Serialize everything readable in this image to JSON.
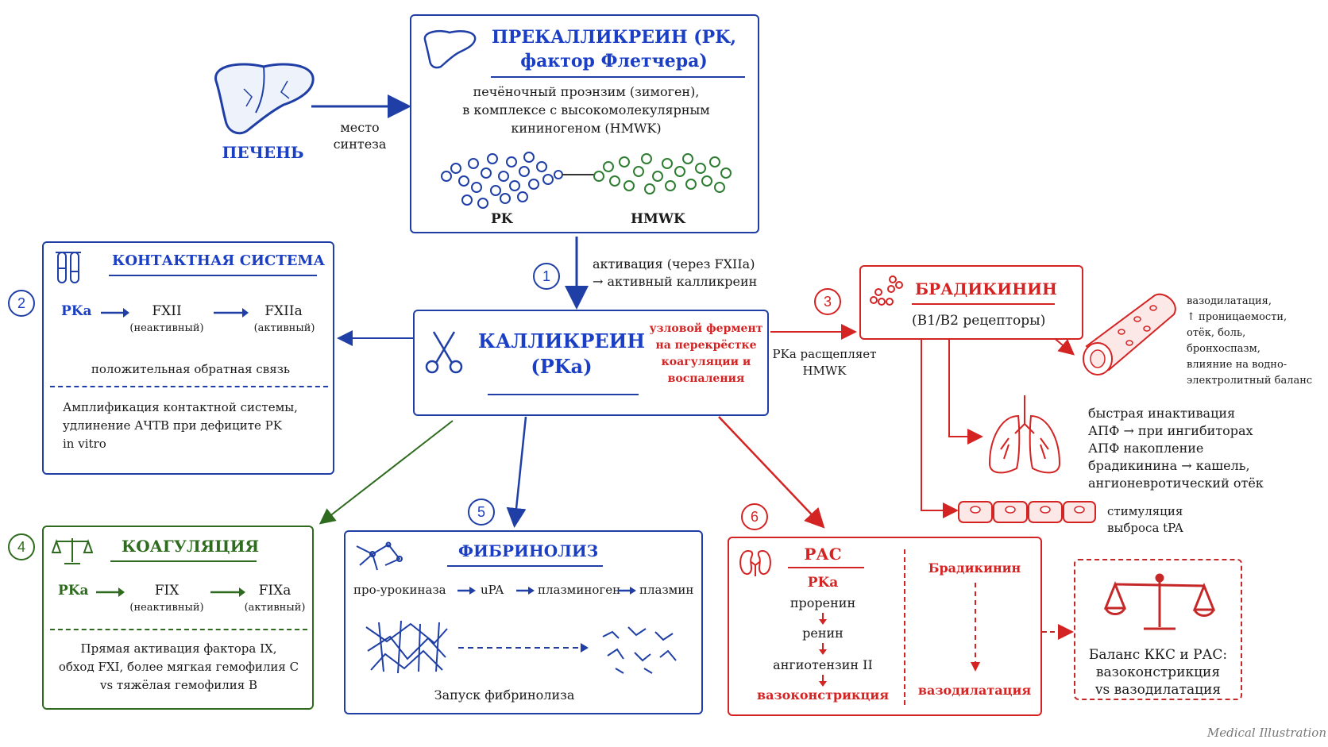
{
  "liver": {
    "label": "ПЕЧЕНЬ",
    "arrow_label": "место\nсинтеза"
  },
  "prekallikrein": {
    "title": "ПРЕКАЛЛИКРЕИН (PK,\nфактор Флетчера)",
    "desc": "печёночный проэнзим (зимоген),\nв комплексе с высокомолекулярным\nкининогеном (HMWK)",
    "label_pk": "PK",
    "label_hmwk": "HMWK"
  },
  "step1": {
    "num": "1",
    "text": "активация (через FXIIa)\n→ активный калликреин"
  },
  "kallikrein": {
    "title": "КАЛЛИКРЕИН\n(PKa)",
    "note": "узловой фермент\nна перекрёстке\nкоагуляции и\nвоспаления"
  },
  "contact": {
    "num": "2",
    "title": "КОНТАКТНАЯ СИСТЕМА",
    "pka": "PKa",
    "fxii": "FXII",
    "fxii_sub": "(неактивный)",
    "fxiia": "FXIIa",
    "fxiia_sub": "(активный)",
    "feedback": "положительная обратная связь",
    "desc": "Амплификация контактной системы,\nудлинение АЧТВ при дефиците PK\nin vitro"
  },
  "bradykinin": {
    "num": "3",
    "title": "БРАДИКИНИН",
    "sub": "(B1/B2 рецепторы)",
    "cleave": "PKa расщепляет\nHMWK",
    "vessel_text": "вазодилатация,\n↑ проницаемости,\nотёк, боль,\nбронхоспазм,\nвлияние на водно-\nэлектролитный баланс",
    "lung_text": "быстрая инактивация\nАПФ → при ингибиторах\nАПФ накопление\nбрадикинина → кашель,\nангионевротический отёк",
    "cell_text": "стимуляция\nвыброса tPA"
  },
  "coagulation": {
    "num": "4",
    "title": "КОАГУЛЯЦИЯ",
    "pka": "PKa",
    "fix": "FIX",
    "fix_sub": "(неактивный)",
    "fixa": "FIXa",
    "fixa_sub": "(активный)",
    "desc": "Прямая активация фактора IX,\nобход FXI, более мягкая гемофилия С\nvs тяжёлая гемофилия В"
  },
  "fibrinolysis": {
    "num": "5",
    "title": "ФИБРИНОЛИЗ",
    "chain": [
      "про-урокиназа",
      "uPA",
      "плазминоген",
      "плазмин"
    ],
    "caption": "Запуск фибринолиза"
  },
  "ras": {
    "num": "6",
    "title": "РАС",
    "pka": "PKa",
    "chain": [
      "проренин",
      "ренин",
      "ангиотензин II"
    ],
    "result_left": "вазоконстрикция",
    "brady": "Брадикинин",
    "result_right": "вазодилатация"
  },
  "balance": {
    "text": "Баланс ККС и РАС:\nвазоконстрикция\nvs вазодилатация"
  },
  "footer": {
    "credit": "Medical Illustration"
  },
  "colors": {
    "blue": "#1b3fc4",
    "green": "#2e6b1e",
    "red": "#d42323"
  }
}
